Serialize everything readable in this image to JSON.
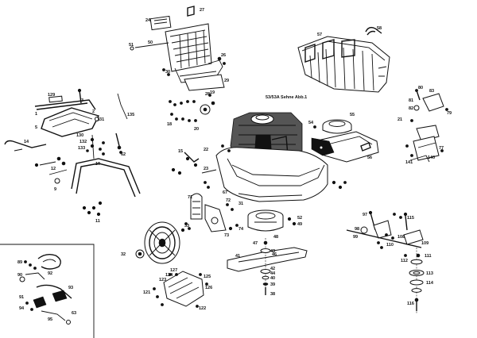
{
  "diagram": {
    "inset_note": "53/53A Sehne Abb.1",
    "labels": {
      "l24": "24",
      "l27": "27",
      "l50": "50",
      "l51": "51",
      "l57": "57",
      "l58": "58",
      "l26": "26",
      "l29": "29",
      "l30": "30",
      "l28": "28",
      "l129": "129",
      "l1": "1",
      "l3": "3",
      "l2": "2",
      "l5": "5",
      "l131": "131",
      "l132": "132",
      "l133": "133",
      "l130": "130",
      "l14": "14",
      "l10": "10",
      "l12": "12",
      "l62": "62",
      "l9": "9",
      "l11": "11",
      "l135": "135",
      "l19": "19",
      "l18": "18",
      "l20": "20",
      "l53": "53/53A Sehne Abb.1",
      "l54": "54",
      "l55": "55",
      "l56": "56",
      "l15": "15",
      "l22": "22",
      "l23": "23",
      "l67": "67",
      "l31": "31",
      "l32": "32",
      "l33": "33",
      "l42": "42",
      "l43": "43",
      "l44": "44",
      "l40": "40",
      "l39": "39",
      "l38": "38",
      "l41": "41",
      "l46": "46",
      "l47": "47",
      "l48": "48",
      "l49": "49",
      "l52": "52",
      "l71": "71",
      "l72": "72",
      "l73": "73",
      "l74": "74",
      "l80": "80",
      "l81": "81",
      "l82": "82",
      "l83": "83",
      "l79": "79",
      "l21": "21",
      "l77": "77",
      "l140": "140",
      "l141": "141",
      "l97": "97",
      "l98": "98",
      "l99": "99",
      "l109": "109",
      "l111": "111",
      "l112": "112",
      "l113": "113",
      "l114": "114",
      "l115": "115",
      "l116": "116",
      "l110": "110",
      "l108": "108",
      "l121": "121",
      "l122": "122",
      "l123": "123",
      "l124": "124",
      "l125": "125",
      "l126": "126",
      "l127": "127",
      "l89": "89",
      "l90": "90",
      "l91": "91",
      "l92": "92",
      "l93": "93",
      "l94": "94",
      "l95": "95",
      "l63": "63"
    }
  }
}
